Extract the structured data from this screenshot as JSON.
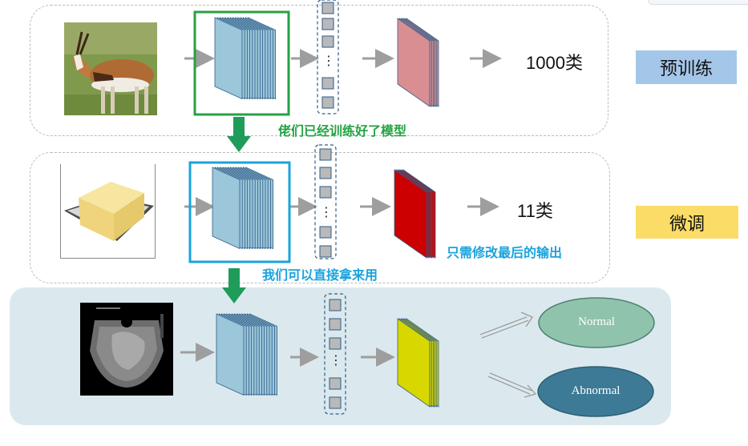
{
  "stages": {
    "pretrain": {
      "tag": "预训练",
      "tag_color": "#a4c6e8",
      "output": "1000类",
      "annotation": "佬们已经训练好了模型",
      "annotation_color": "#25a244",
      "box_color": "#25a244",
      "head_color": "#d98f92"
    },
    "finetune": {
      "tag": "微调",
      "tag_color": "#fbdc66",
      "output": "11类",
      "annotation": "我们可以直接拿来用",
      "annotation_color": "#1aa3dd",
      "box_color": "#1aa3dd",
      "head_color": "#cc0000",
      "head_note": "只需修改最后的输出"
    },
    "application": {
      "panel_color": "#dbe9ee",
      "head_color": "#d8d800",
      "outputs": [
        "Normal",
        "Abnormal"
      ],
      "output_colors": [
        "#8fc3ab",
        "#3d7a96"
      ]
    }
  },
  "icons": {
    "antelope": "antelope-photo",
    "butter": "butter-photo",
    "ultrasound": "ultrasound-scan"
  },
  "dots": "⋮"
}
